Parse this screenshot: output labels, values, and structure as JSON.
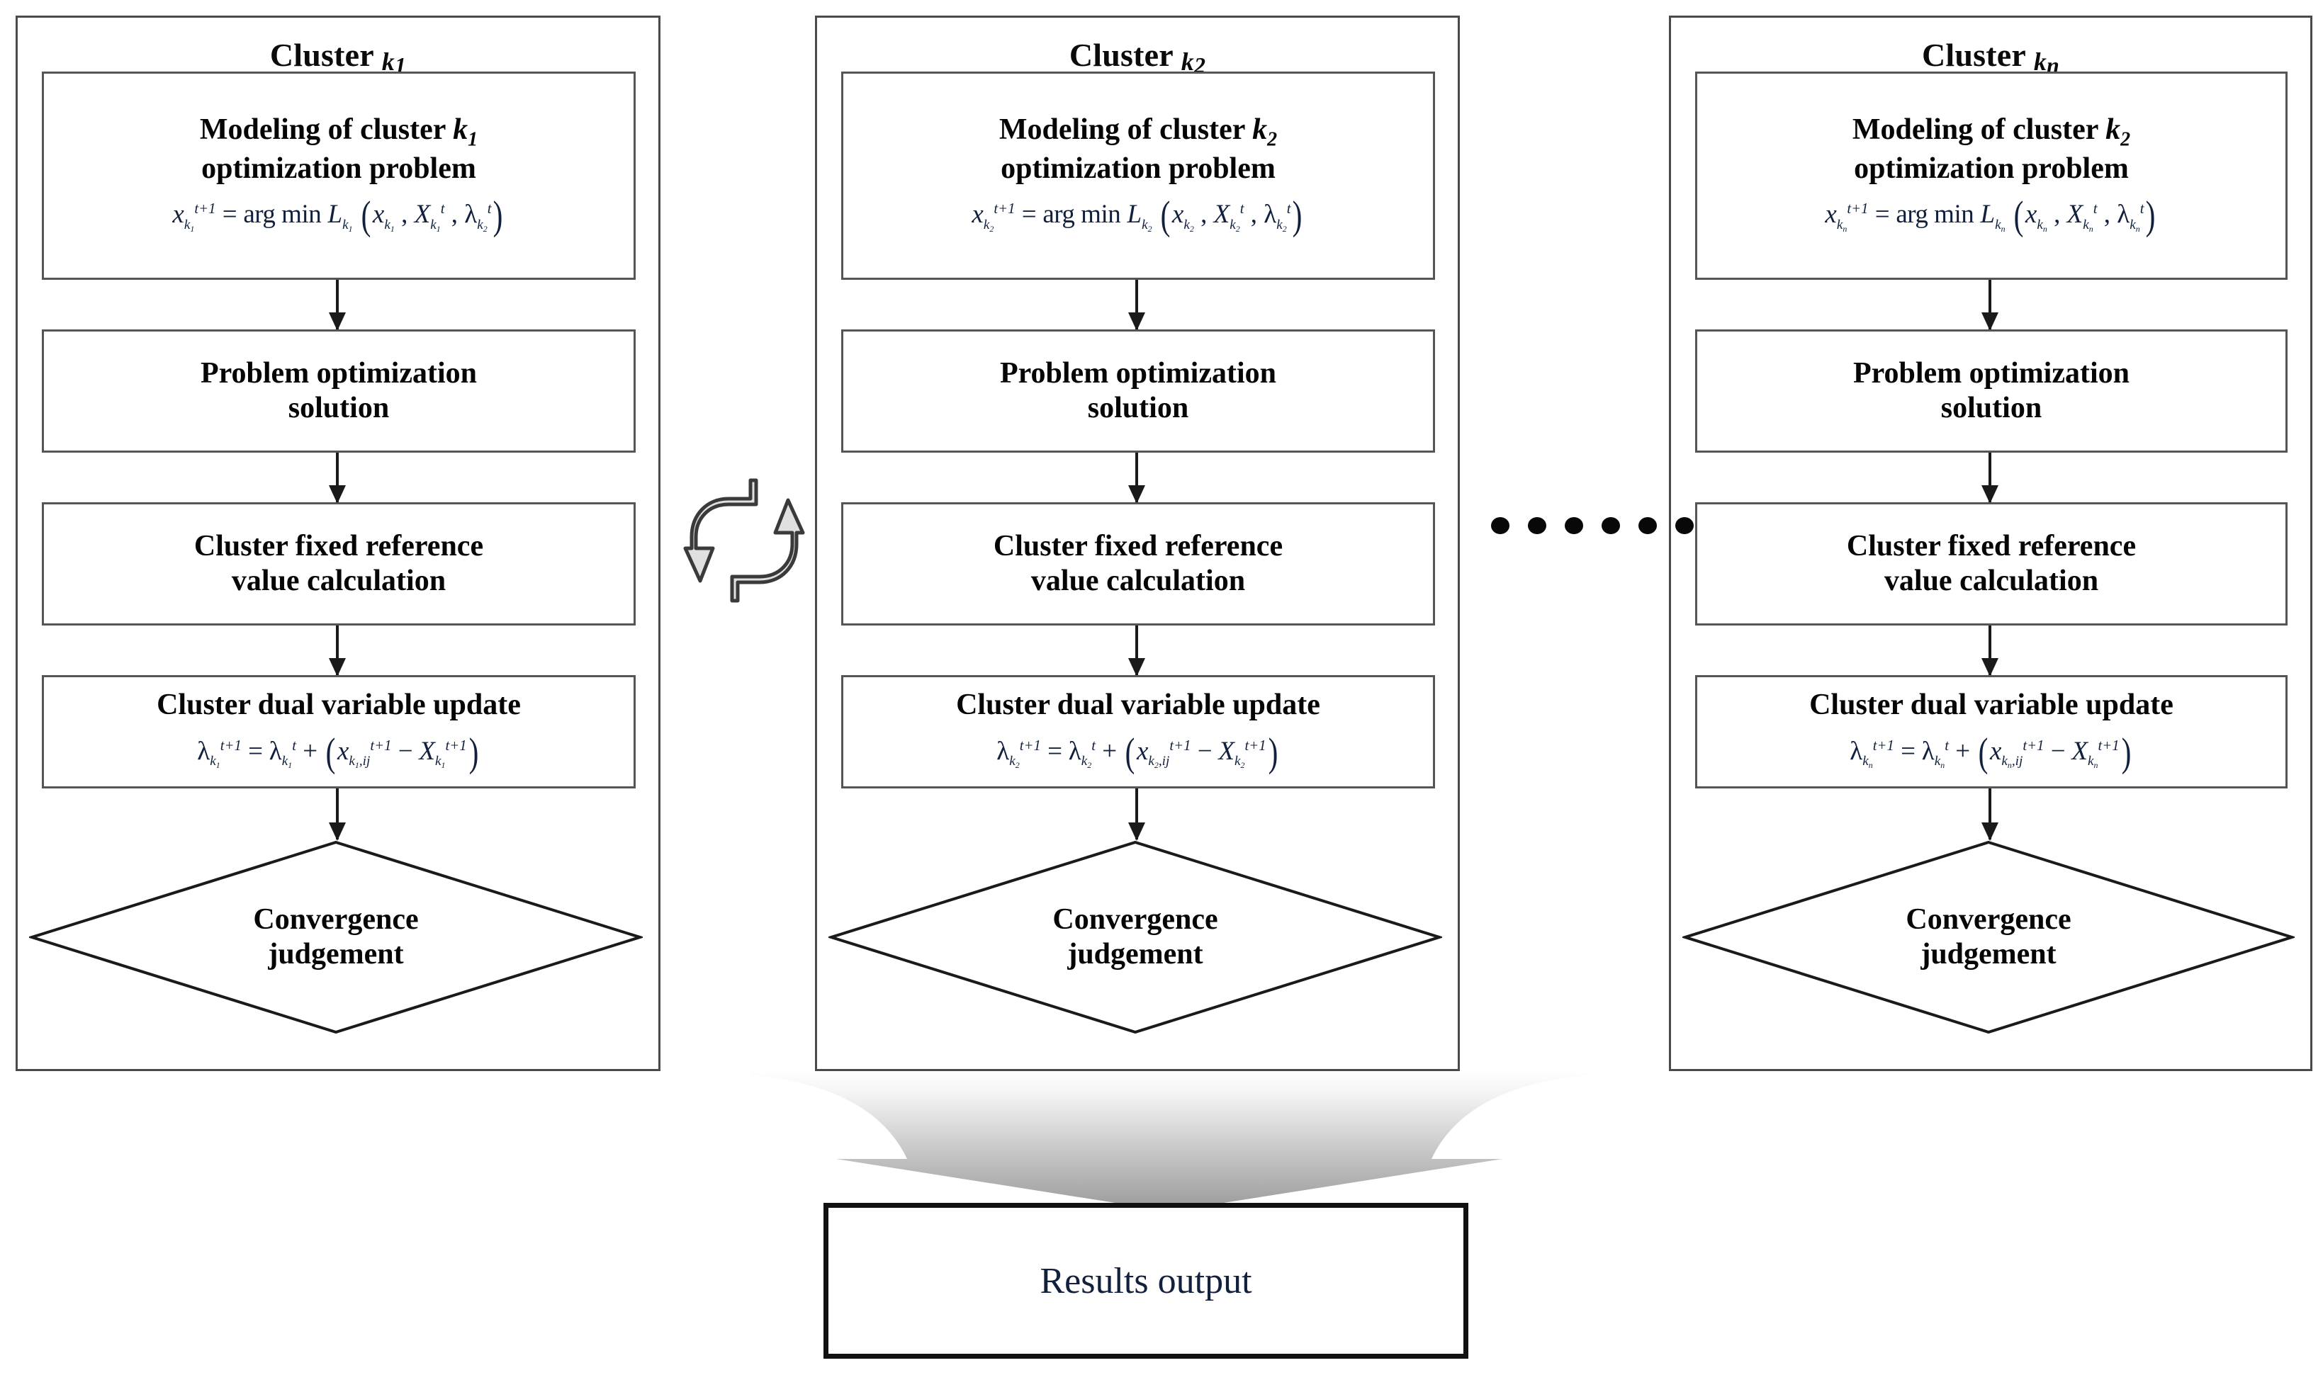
{
  "diagram": {
    "title": "Distributed cluster ADMM optimization flowchart",
    "ellipsis_dots": 6,
    "sync_icon": "sync-refresh-icon",
    "funnel_icon": "gradient-funnel-arrow",
    "colors": {
      "panel_border": "#4a4a4a",
      "node_border": "#555555",
      "arrow": "#1a1a1a",
      "math_text": "#11203d",
      "sync_fill": "#e3e3e3",
      "sync_stroke": "#3c3c3c",
      "results_border": "#111111"
    }
  },
  "clusters": [
    {
      "title_prefix": "Cluster ",
      "title_var": "k",
      "title_sub": "1",
      "nodes": [
        {
          "type": "box",
          "line1_prefix": "Modeling of cluster ",
          "line1_var": "k",
          "line1_sub": "1",
          "line2": "optimization problem",
          "formula": {
            "lhs_var": "x",
            "lhs_sub": "k1",
            "lhs_sup": "t+1",
            "eq": "=",
            "op": "arg min",
            "fn": "L",
            "fn_sub": "k1",
            "args": [
              {
                "var": "x",
                "sub": "k1",
                "sup": ""
              },
              {
                "var": "X",
                "sub": "k1",
                "sup": "t"
              },
              {
                "var": "λ",
                "sub": "k2",
                "sup": "t"
              }
            ]
          }
        },
        {
          "type": "box",
          "line1": "Problem optimization",
          "line2": "solution"
        },
        {
          "type": "box",
          "line1": "Cluster fixed reference",
          "line2": "value calculation"
        },
        {
          "type": "box",
          "line1": "Cluster dual variable update",
          "formula": {
            "lhs_var": "λ",
            "lhs_sub": "k1",
            "lhs_sup": "t+1",
            "eq": "=",
            "rhs_var": "λ",
            "rhs_sub": "k1",
            "rhs_sup": "t",
            "plus": "+",
            "term1_var": "x",
            "term1_sub": "k1,ij",
            "term1_sup": "t+1",
            "minus": "−",
            "term2_var": "X",
            "term2_sub": "k1",
            "term2_sup": "t+1"
          }
        },
        {
          "type": "diamond",
          "line1": "Convergence",
          "line2": "judgement"
        }
      ]
    },
    {
      "title_prefix": "Cluster ",
      "title_var": "k",
      "title_sub": "2",
      "nodes": [
        {
          "type": "box",
          "line1_prefix": "Modeling of cluster ",
          "line1_var": "k",
          "line1_sub": "2",
          "line2": "optimization problem",
          "formula": {
            "lhs_var": "x",
            "lhs_sub": "k2",
            "lhs_sup": "t+1",
            "eq": "=",
            "op": "arg min",
            "fn": "L",
            "fn_sub": "k2",
            "args": [
              {
                "var": "x",
                "sub": "k2",
                "sup": ""
              },
              {
                "var": "X",
                "sub": "k2",
                "sup": "t"
              },
              {
                "var": "λ",
                "sub": "k2",
                "sup": "t"
              }
            ]
          }
        },
        {
          "type": "box",
          "line1": "Problem optimization",
          "line2": "solution"
        },
        {
          "type": "box",
          "line1": "Cluster fixed reference",
          "line2": "value calculation"
        },
        {
          "type": "box",
          "line1": "Cluster dual variable update",
          "formula": {
            "lhs_var": "λ",
            "lhs_sub": "k2",
            "lhs_sup": "t+1",
            "eq": "=",
            "rhs_var": "λ",
            "rhs_sub": "k2",
            "rhs_sup": "t",
            "plus": "+",
            "term1_var": "x",
            "term1_sub": "k2,ij",
            "term1_sup": "t+1",
            "minus": "−",
            "term2_var": "X",
            "term2_sub": "k2",
            "term2_sup": "t+1"
          }
        },
        {
          "type": "diamond",
          "line1": "Convergence",
          "line2": "judgement"
        }
      ]
    },
    {
      "title_prefix": "Cluster ",
      "title_var": "k",
      "title_sub": "n",
      "nodes": [
        {
          "type": "box",
          "line1_prefix": "Modeling of cluster ",
          "line1_var": "k",
          "line1_sub": "2",
          "line2": "optimization problem",
          "formula": {
            "lhs_var": "x",
            "lhs_sub": "kn",
            "lhs_sup": "t+1",
            "eq": "=",
            "op": "arg min",
            "fn": "L",
            "fn_sub": "kn",
            "args": [
              {
                "var": "x",
                "sub": "kn",
                "sup": ""
              },
              {
                "var": "X",
                "sub": "kn",
                "sup": "t"
              },
              {
                "var": "λ",
                "sub": "kn",
                "sup": "t"
              }
            ]
          }
        },
        {
          "type": "box",
          "line1": "Problem optimization",
          "line2": "solution"
        },
        {
          "type": "box",
          "line1": "Cluster fixed reference",
          "line2": "value calculation"
        },
        {
          "type": "box",
          "line1": "Cluster dual variable update",
          "formula": {
            "lhs_var": "λ",
            "lhs_sub": "kn",
            "lhs_sup": "t+1",
            "eq": "=",
            "rhs_var": "λ",
            "rhs_sub": "kn",
            "rhs_sup": "t",
            "plus": "+",
            "term1_var": "x",
            "term1_sub": "kn,ij",
            "term1_sup": "t+1",
            "minus": "−",
            "term2_var": "X",
            "term2_sub": "kn",
            "term2_sup": "t+1"
          }
        },
        {
          "type": "diamond",
          "line1": "Convergence",
          "line2": "judgement"
        }
      ]
    }
  ],
  "results": {
    "label": "Results output"
  }
}
